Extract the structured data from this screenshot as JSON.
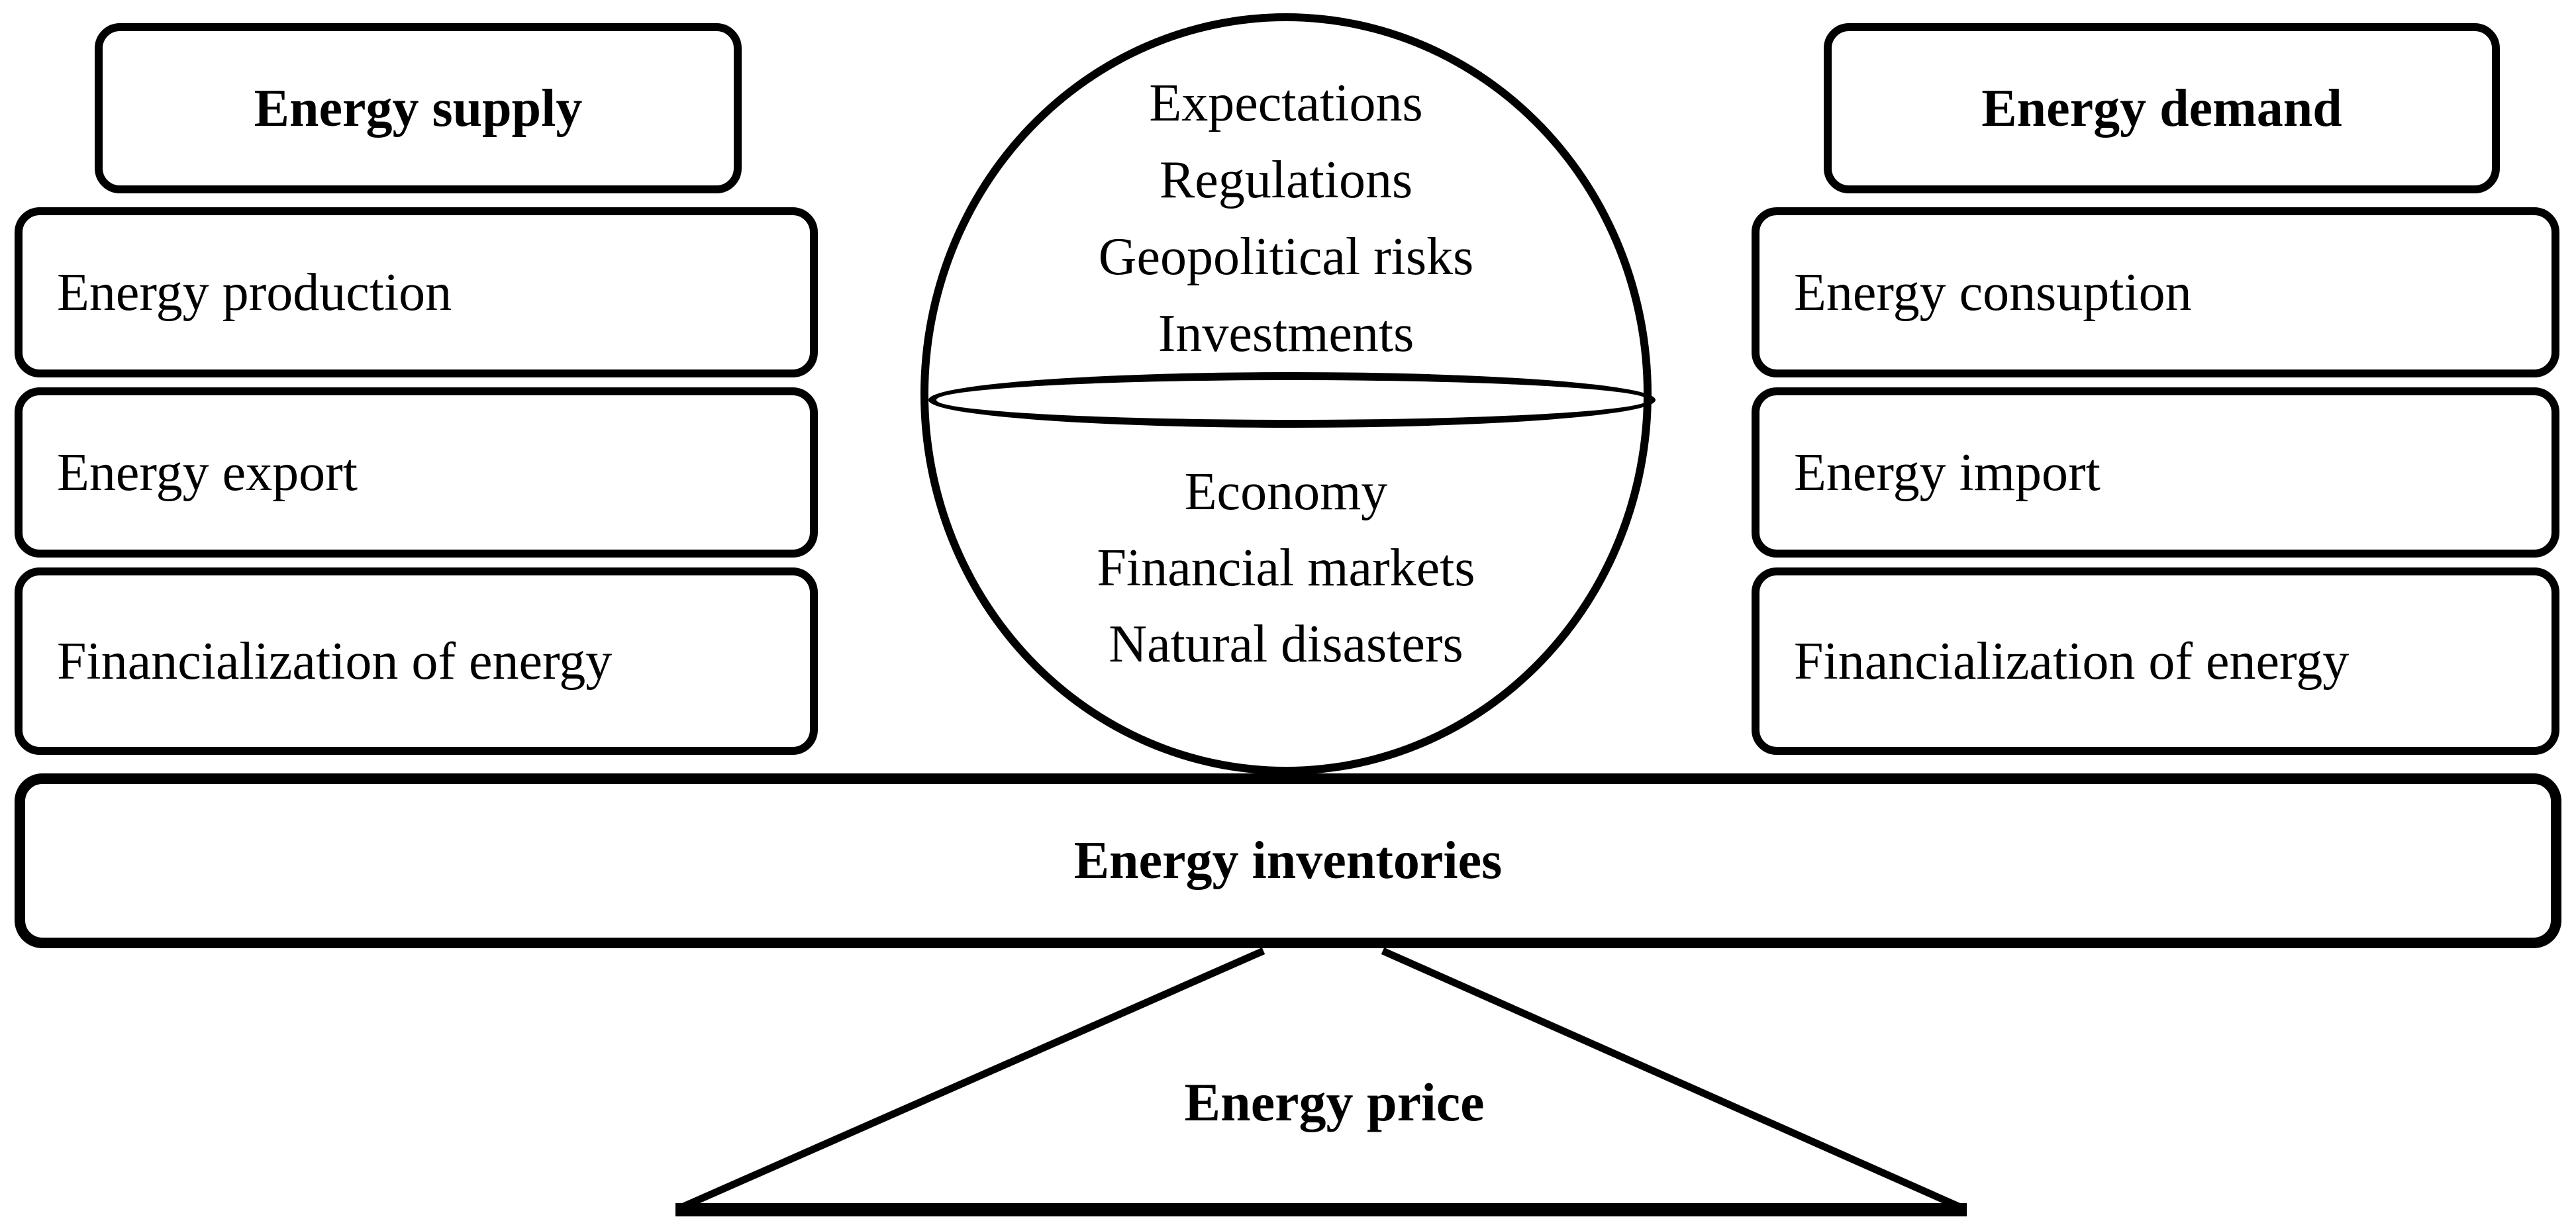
{
  "colors": {
    "ink": "#000000",
    "paper": "#ffffff"
  },
  "supply": {
    "header": "Energy supply",
    "items": [
      "Energy production",
      "Energy export",
      "Financialization of energy"
    ]
  },
  "demand": {
    "header": "Energy demand",
    "items": [
      "Energy consuption",
      "Energy import",
      "Financialization of energy"
    ]
  },
  "external_factors": {
    "above": [
      "Expectations",
      "Regulations",
      "Geopolitical risks",
      "Investments"
    ],
    "below": [
      "Economy",
      "Financial markets",
      "Natural disasters"
    ]
  },
  "balance": {
    "beam_label": "Energy inventories",
    "fulcrum_label": "Energy price"
  }
}
